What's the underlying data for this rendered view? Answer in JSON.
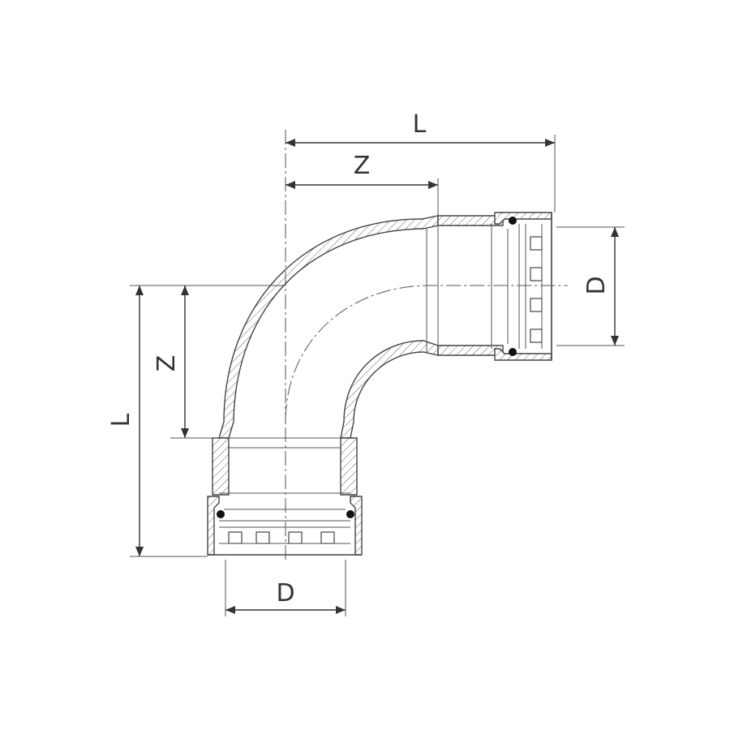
{
  "labels": {
    "length_top": "L",
    "z_top": "Z",
    "diameter_right": "D",
    "length_left": "L",
    "z_left": "Z",
    "diameter_bottom": "D"
  },
  "colors": {
    "line": "#444444",
    "background": "#ffffff",
    "seal": "#111111"
  }
}
